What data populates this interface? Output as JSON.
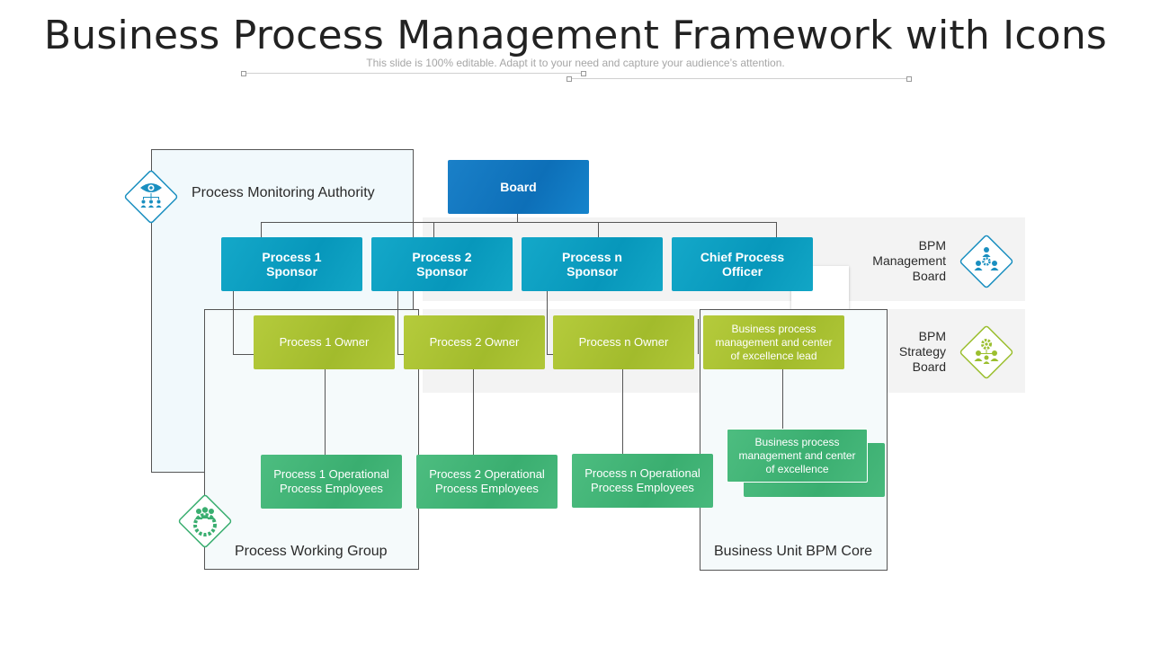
{
  "slide": {
    "title": "Business Process Management Framework with Icons",
    "subtitle": "This slide is 100% editable. Adapt it to your need and capture your audience’s attention."
  },
  "regions": {
    "pma": "Process Monitoring Authority",
    "pwg": "Process Working Group",
    "bubc": "Business Unit BPM Core",
    "mgmt_board": [
      "BPM",
      "Management",
      "Board"
    ],
    "strategy_board": [
      "BPM",
      "Strategy",
      "Board"
    ]
  },
  "nodes": {
    "board": "Board",
    "sponsors": [
      [
        "Process 1",
        "Sponsor"
      ],
      [
        "Process 2",
        "Sponsor"
      ],
      [
        "Process n",
        "Sponsor"
      ],
      [
        "Chief Process",
        "Officer"
      ]
    ],
    "owners": [
      "Process 1 Owner",
      "Process 2 Owner",
      "Process n Owner",
      "Business process management and center of excellence lead"
    ],
    "employees": [
      "Process 1 Operational Process Employees",
      "Process 2 Operational Process Employees",
      "Process n Operational Process Employees",
      "Business process management and center of excellence"
    ]
  },
  "icons": {
    "pma": "eye-hierarchy-icon",
    "mgmt_board": "team-gear-icon",
    "strategy_board": "team-strategy-icon",
    "pwg": "team-gear-icon"
  },
  "colors": {
    "board": "#0d6fb8",
    "sponsor": "#0797bb",
    "owner": "#a2bb2c",
    "employee": "#3aae70",
    "icon_blue": "#1a8fc0",
    "icon_green": "#3aae70",
    "icon_lime": "#9bbf2f"
  }
}
